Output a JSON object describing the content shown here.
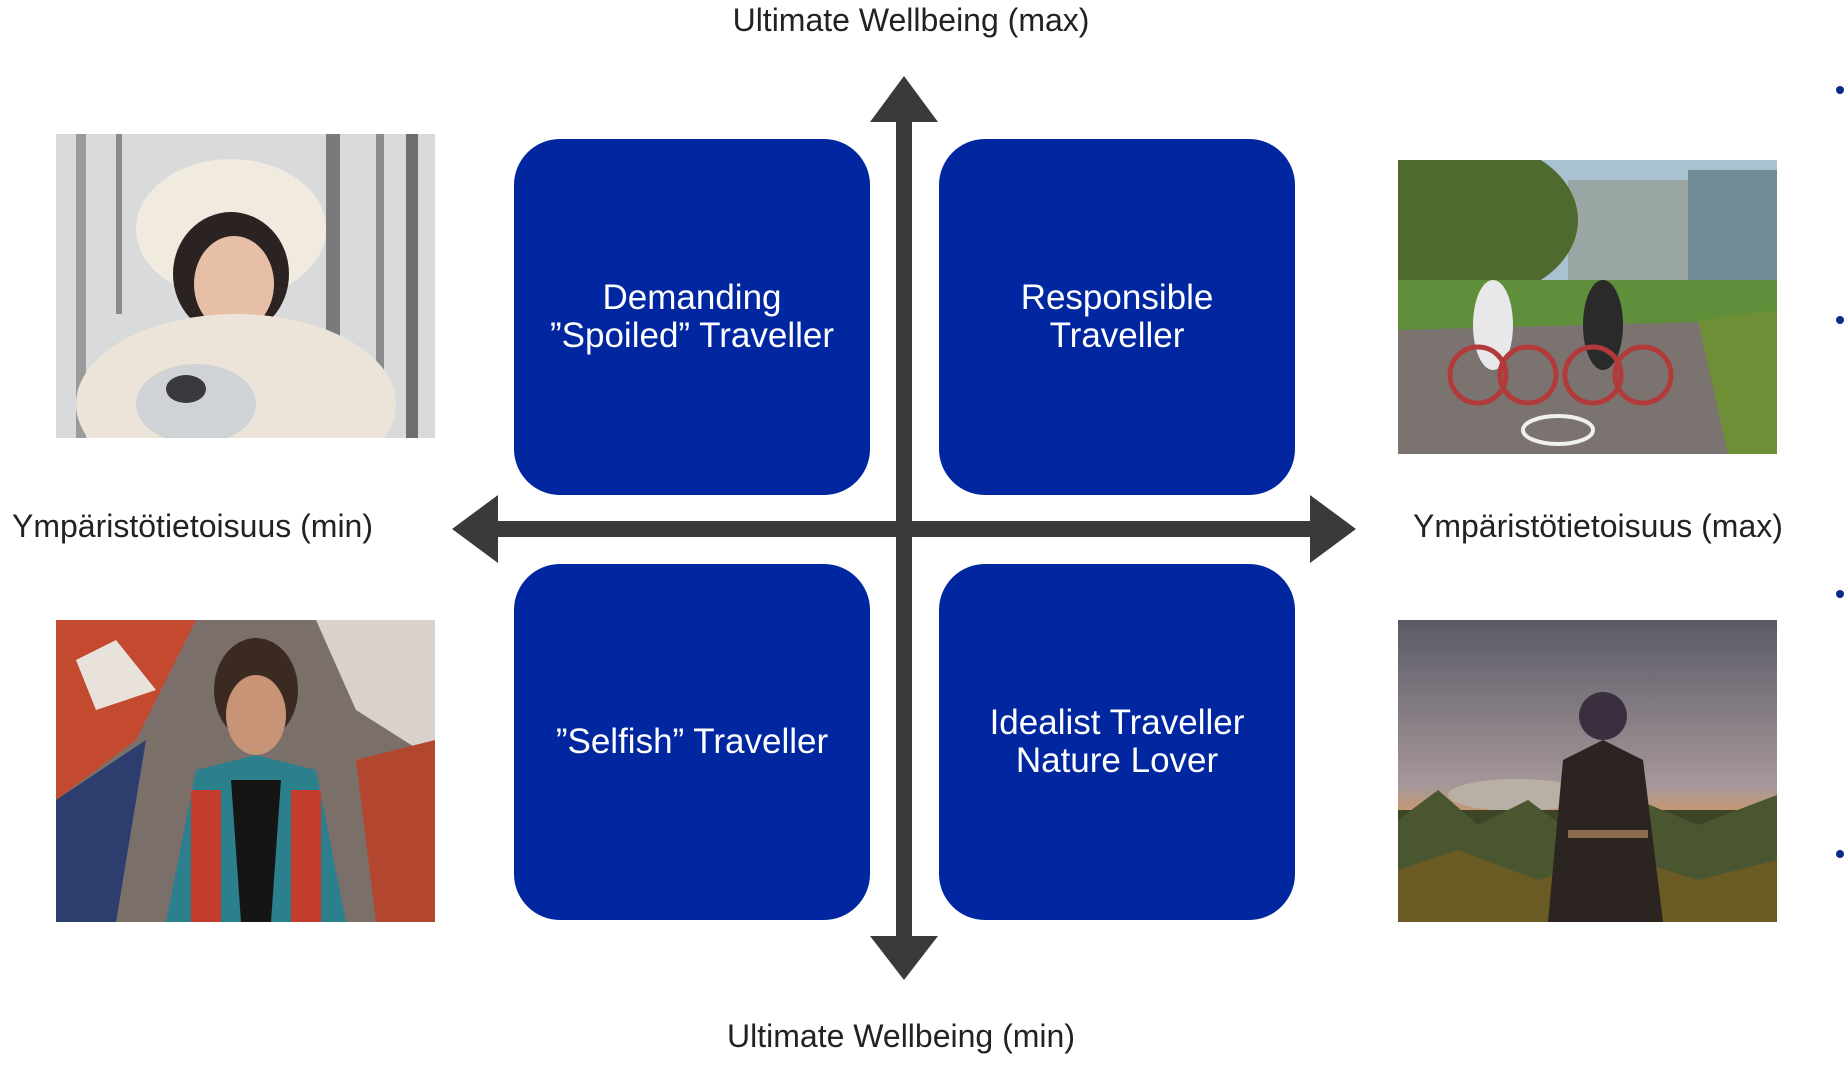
{
  "axes": {
    "top": "Ultimate Wellbeing (max)",
    "bottom": "Ultimate Wellbeing (min)",
    "left": "Ympäristötietoisuus (min)",
    "right": "Ympäristötietoisuus (max)"
  },
  "quadrants": {
    "top_left": "Demanding\n”Spoiled” Traveller",
    "top_right": "Responsible\nTraveller",
    "bottom_left": "”Selfish” Traveller",
    "bottom_right": "Idealist Traveller\nNature Lover"
  },
  "photos": {
    "top_left": "woman-in-fur-hat-with-husky-photo",
    "bottom_left": "man-in-patterned-jacket-photo",
    "top_right": "two-women-cycling-photo",
    "bottom_right": "person-overlooking-lake-sunset-photo"
  },
  "colors": {
    "quadrant_fill": "#0027a0",
    "axis_arrow": "#3a3a3a",
    "bullet": "#0a2a8c"
  }
}
